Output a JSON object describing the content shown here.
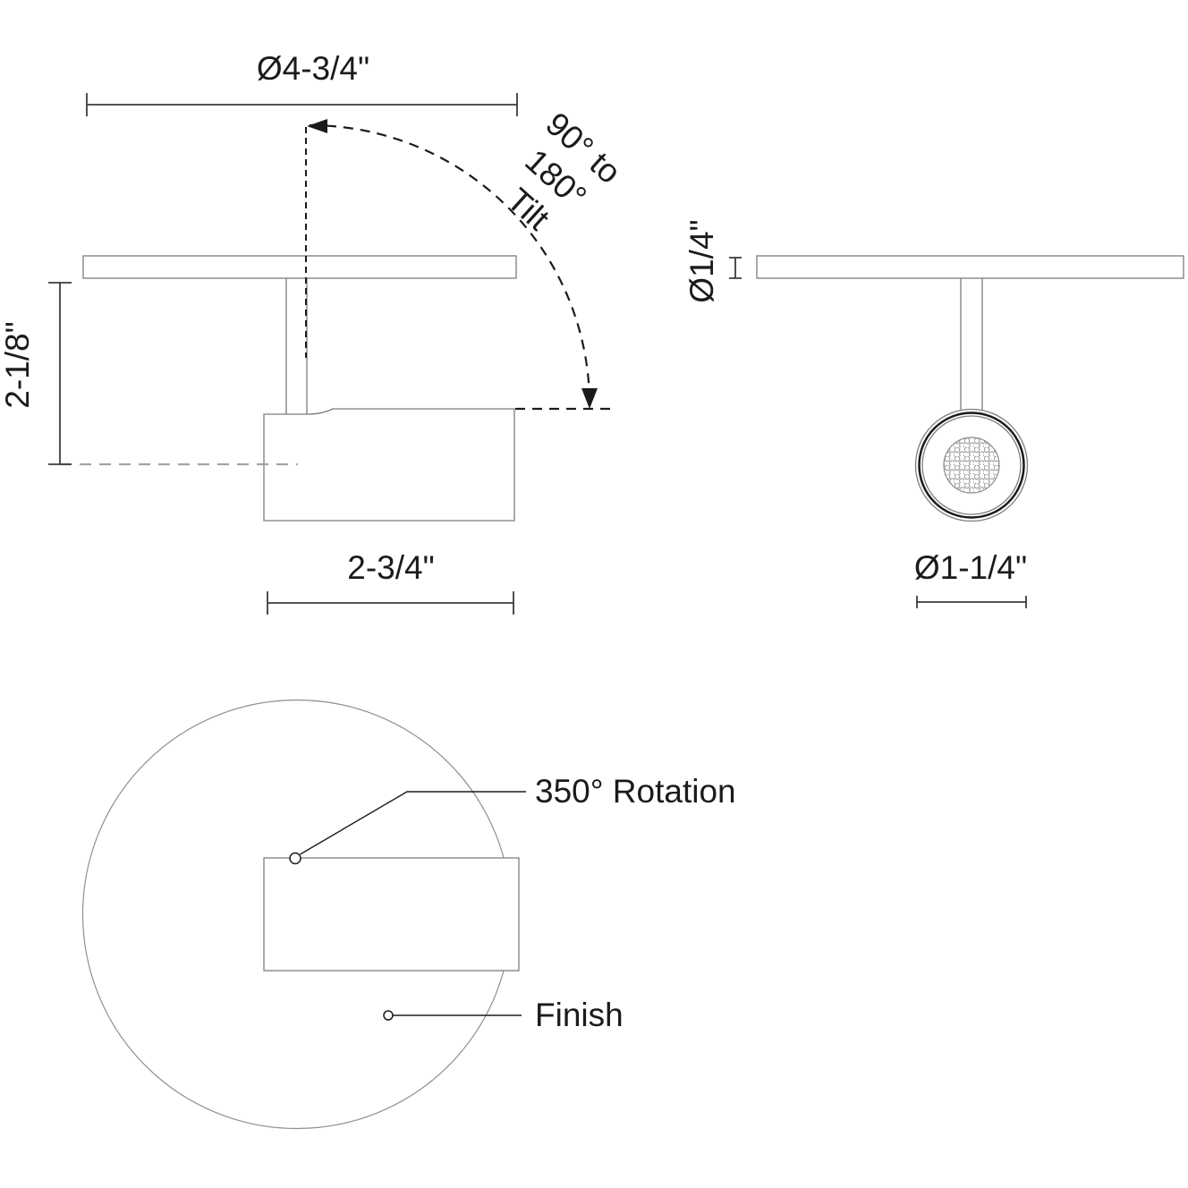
{
  "side_view": {
    "canopy_diameter": "Ø4-3/4\"",
    "height": "2-1/8\"",
    "body_width": "2-3/4\"",
    "tilt_lines": [
      "90° to",
      "180°",
      "Tilt"
    ]
  },
  "front_view": {
    "canopy_thickness": "Ø1/4\"",
    "lens_diameter": "Ø1-1/4\""
  },
  "top_view": {
    "rotation": "350° Rotation",
    "finish": "Finish"
  },
  "colors": {
    "background": "#ffffff",
    "outline": "#7d7d7d",
    "dim": "#3c3c3c",
    "ink": "#1b1b1b",
    "gray-dash": "#a3a3a3",
    "faint": "#8f8f8f"
  }
}
